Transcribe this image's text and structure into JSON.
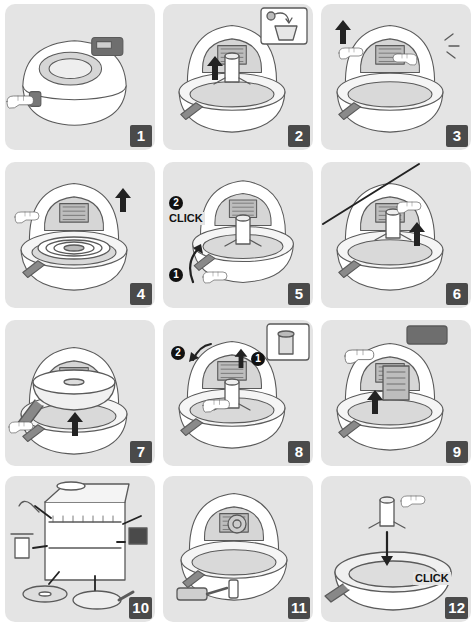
{
  "diagram": {
    "nodes": [
      {
        "text": [
          "1"
        ]
      },
      {
        "text": [
          "2"
        ]
      },
      {
        "text": [
          "3"
        ]
      },
      {
        "text": [
          "4"
        ]
      },
      {
        "text": [
          "5"
        ]
      },
      {
        "text": [
          "6"
        ]
      },
      {
        "text": [
          "7"
        ]
      },
      {
        "text": [
          "8"
        ]
      },
      {
        "text": [
          "9"
        ]
      },
      {
        "text": [
          "10"
        ]
      },
      {
        "text": [
          "11"
        ]
      },
      {
        "text": [
          "12"
        ]
      }
    ],
    "labels": [
      "2",
      "CLICK",
      "1",
      "2",
      "1",
      "CLICK"
    ]
  }
}
